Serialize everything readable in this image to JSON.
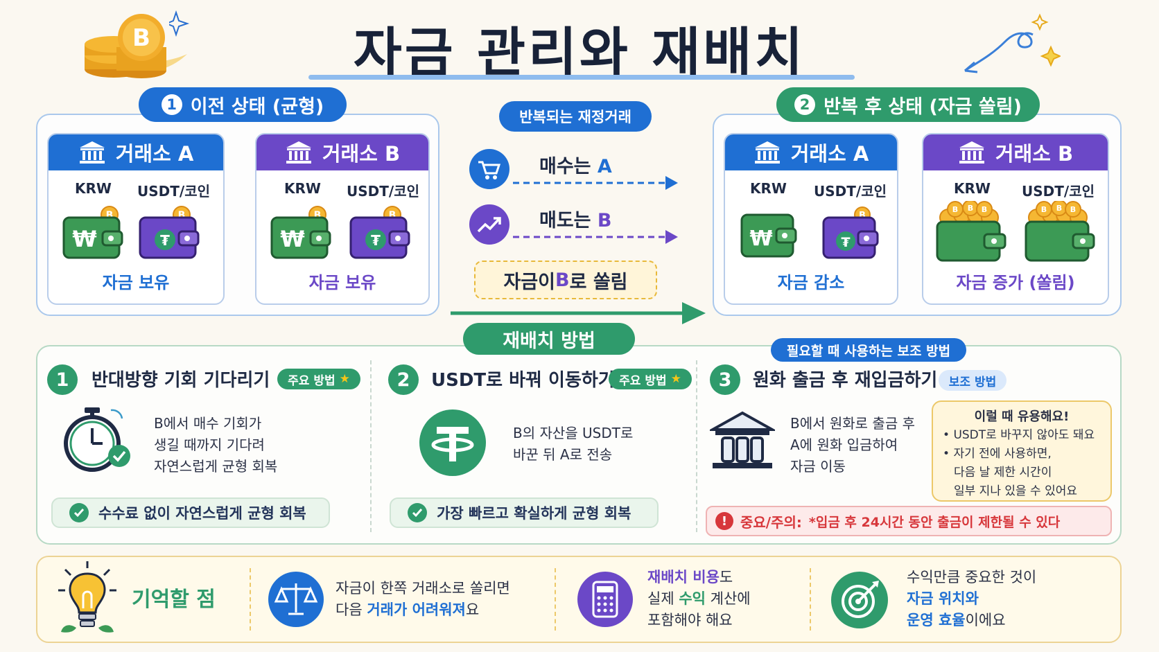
{
  "title": "자금 관리와 재배치",
  "before": {
    "label": "이전 상태 (균형)",
    "num": "1",
    "card_a": {
      "title": "거래소 A",
      "col1": "KRW",
      "col2": "USDT/코인",
      "footer": "자금 보유"
    },
    "card_b": {
      "title": "거래소 B",
      "col1": "KRW",
      "col2": "USDT/코인",
      "footer": "자금 보유"
    }
  },
  "after": {
    "label": "반복 후 상태 (자금 쏠림)",
    "num": "2",
    "card_a": {
      "title": "거래소 A",
      "col1": "KRW",
      "col2": "USDT/코인",
      "footer": "자금 감소"
    },
    "card_b": {
      "title": "거래소 B",
      "col1": "KRW",
      "col2": "USDT/코인",
      "footer": "자금 증가 (쏠림)"
    }
  },
  "middle": {
    "label": "반복되는 재정거래",
    "buy_prefix": "매수는 ",
    "buy_ex": "A",
    "sell_prefix": "매도는 ",
    "sell_ex": "B",
    "result_prefix": "자금이 ",
    "result_ex": "B",
    "result_suffix": "로 쏠림"
  },
  "realloc": {
    "label": "재배치 방법",
    "aux_label": "필요할 때 사용하는 보조 방법",
    "methods": [
      {
        "num": "1",
        "title": "반대방향 기회 기다리기",
        "tag": "주요 방법",
        "desc": [
          "B에서 매수 기회가",
          "생길 때까지 기다려",
          "자연스럽게 균형 회복"
        ],
        "benefit": "수수료 없이 자연스럽게 균형 회복"
      },
      {
        "num": "2",
        "title": "USDT로 바꿔 이동하기",
        "tag": "주요 방법",
        "desc": [
          "B의 자산을 USDT로",
          "바꾼 뒤 A로 전송"
        ],
        "benefit": "가장 빠르고 확실하게 균형 회복"
      },
      {
        "num": "3",
        "title": "원화 출금 후 재입금하기",
        "tag": "보조 방법",
        "desc": [
          "B에서 원화로 출금 후",
          "A에 원화 입금하여",
          "자금 이동"
        ]
      }
    ],
    "tip": {
      "title": "이럴 때 유용해요!",
      "items": [
        "USDT로 바꾸지 않아도 돼요",
        "자기 전에 사용하면,",
        "다음 날 제한 시간이",
        "일부 지나 있을 수 있어요"
      ]
    },
    "warning": {
      "label": "중요/주의:",
      "text": "*입금 후 24시간 동안 출금이 제한될 수 있다"
    }
  },
  "memo": {
    "label": "기억할 점",
    "p1": {
      "l1": "자금이 한쪽 거래소로 쏠리면",
      "l2a": "다음 ",
      "l2b": "거래가 어려워져",
      "l2c": "요"
    },
    "p2": {
      "l1a": "재배치 비용",
      "l1b": "도",
      "l2a": "실제 ",
      "l2b": "수익",
      "l2c": " 계산에",
      "l3": "포함해야 해요"
    },
    "p3": {
      "l1": "수익만큼 중요한 것이",
      "l2": "자금 위치와",
      "l3a": "운영 효율",
      "l3b": "이에요"
    }
  },
  "colors": {
    "blue": "#1f6fd3",
    "purple": "#6b48c7",
    "green": "#2f9b6c",
    "red": "#d7373b"
  }
}
